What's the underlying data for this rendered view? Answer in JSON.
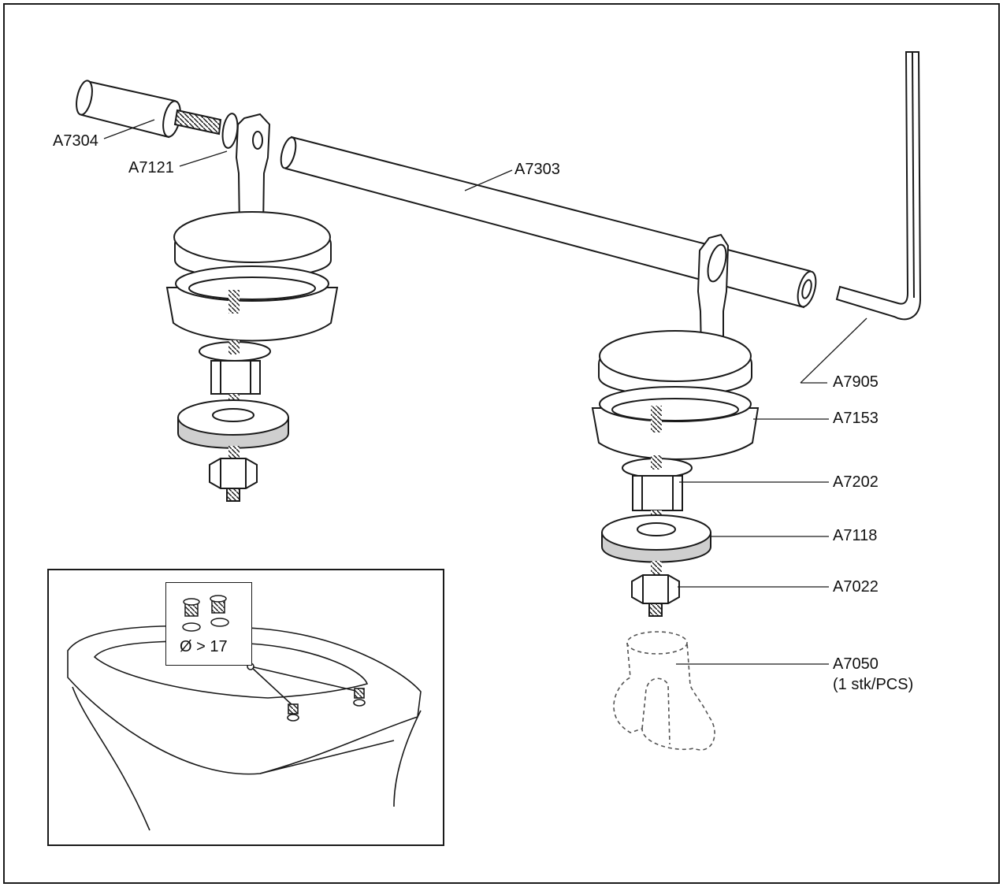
{
  "parts": {
    "a7304": "A7304",
    "a7121": "A7121",
    "a7303": "A7303",
    "a7905": "A7905",
    "a7153": "A7153",
    "a7202": "A7202",
    "a7118": "A7118",
    "a7022": "A7022",
    "a7050": "A7050",
    "a7050_note": "(1 stk/PCS)"
  },
  "inset": {
    "diameter_note": "Ø > 17"
  },
  "colors": {
    "line": "#1a1a1a",
    "washer_fill": "#cfcfcf",
    "background": "#ffffff"
  }
}
